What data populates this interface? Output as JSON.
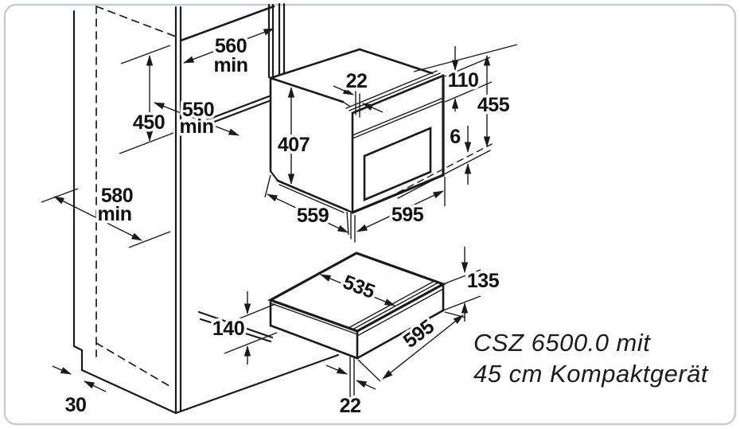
{
  "diagram": {
    "type": "installation-drawing",
    "caption": {
      "line1": "CSZ 6500.0 mit",
      "line2": "45 cm Kompaktgerät"
    },
    "colors": {
      "line": "#1a1a1a",
      "border": "#c9ced2",
      "background": "#ffffff"
    },
    "dims": {
      "niche_width": {
        "value": "560",
        "suffix": "min"
      },
      "niche_depth": {
        "value": "550",
        "suffix": "min"
      },
      "niche_height": {
        "value": "450"
      },
      "cabinet_depth": {
        "value": "580",
        "suffix": "min"
      },
      "door_offset_top": {
        "value": "22"
      },
      "control_panel_height": {
        "value": "110"
      },
      "total_height": {
        "value": "455"
      },
      "body_height": {
        "value": "407"
      },
      "bottom_gap": {
        "value": "6"
      },
      "body_depth": {
        "value": "559"
      },
      "appliance_width": {
        "value": "595"
      },
      "drawer_top_depth": {
        "value": "535"
      },
      "drawer_height": {
        "value": "135"
      },
      "plinth_clearance": {
        "value": "140"
      },
      "drawer_width": {
        "value": "595"
      },
      "drawer_front_thickness": {
        "value": "22"
      },
      "plinth_recess": {
        "value": "30"
      }
    }
  }
}
